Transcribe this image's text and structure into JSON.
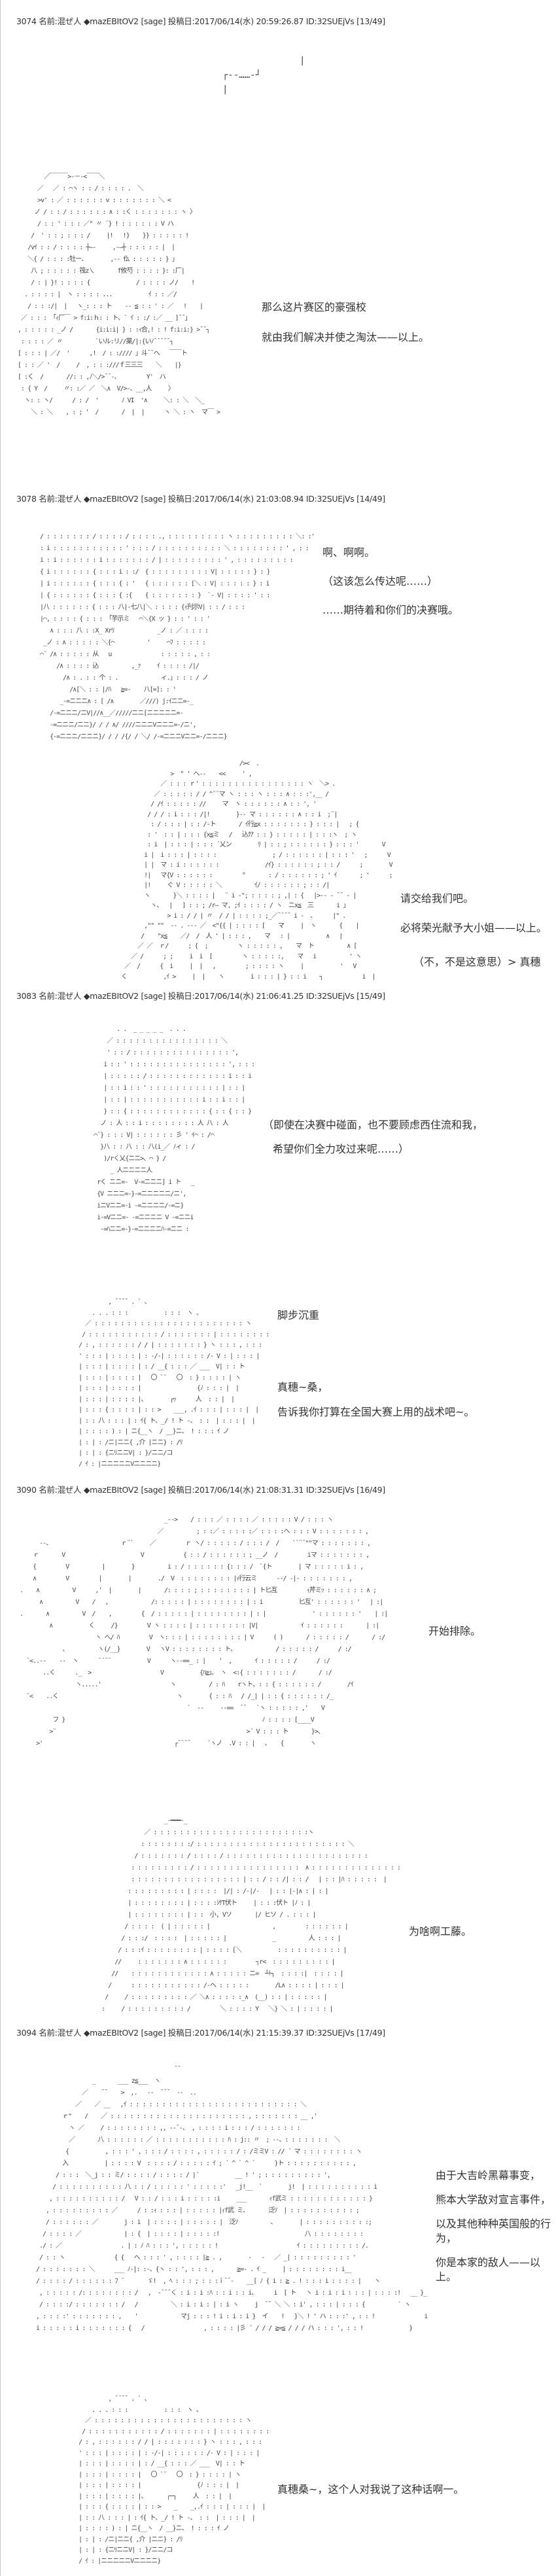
{
  "posts": [
    {
      "header": "3074 名前:混ぜ人 ◆mazEBItOV2 [sage] 投稿日:2017/06/14(水) 20:59:26.87 ID:32SUEjVs [13/49]",
      "lines": [
        "那么这片赛区的豪强校",
        "就由我们解决并使之淘汰——以上。"
      ]
    },
    {
      "header": "3078 名前:混ぜ人 ◆mazEBItOV2 [sage] 投稿日:2017/06/14(水) 21:03:08.94 ID:32SUEjVs [14/49]",
      "lines": [
        "啊、啊啊。",
        "（这该怎么传达呢……）",
        "……期待着和你们的决赛哦。",
        "请交给我们吧。",
        "必将荣光献予大小姐——以上。",
        "（不，不是这意思）> 真穗"
      ]
    },
    {
      "header": "3083 名前:混ぜ人 ◆mazEBItOV2 [sage] 投稿日:2017/06/14(水) 21:06:41.25 ID:32SUEjVs [15/49]",
      "lines": [
        "（即使在决赛中碰面，也不要顾虑西住流和我，",
        "希望你们全力攻过来呢……）",
        "脚步沉重",
        "真穗~桑，",
        "告诉我你打算在全国大赛上用的战术吧~。"
      ]
    },
    {
      "header": "3090 名前:混ぜ人 ◆mazEBItOV2 [sage] 投稿日:2017/06/14(水) 21:08:31.31 ID:32SUEjVs [16/49]",
      "lines": [
        "开始排除。",
        "为啥啊工藤。"
      ]
    },
    {
      "header": "3094 名前:混ぜ人 ◆mazEBItOV2 [sage] 投稿日:2017/06/14(水) 21:15:39.37 ID:32SUEjVs [17/49]",
      "lines": [
        "由于大吉岭黑幕事变，",
        "熊本大学敌对宣言事件，",
        "以及其他种种英国般的行为，",
        "你是本家的敌人——以上。",
        "真穗桑~，这个人对我说了这种话啊一。"
      ]
    }
  ],
  "art": {
    "bracket": "              |\n┌--……-┘\n|",
    "a1": "         ／￣￣￣>-－-<￣￣＼\n       ／   ／ : ⌒ヽ : : / : : : : .  ＼\n       >v' : ／ : : : : : : v : : : : : : : ＼ <\n      ノ / : : / : : : : : : ∧ : :く : : : : : : : ヽ 〉\n       / : : ' : : : ／\" 〃 ¨} ! : : : : : : V ハ\n     /  ' : : ; : : : /     |!   !}    }} : : : : : !\n    /vｲ : : / : : : : ┼―‐     ,-―┼ : : : : : |  |\n    ＼{ / : : : :牡ー、       ,-- 仫 : : : : : } 」\n     八 ; : : : : : 筏z㇏       f攸芍 : : : : }: :厂|\n     / : | }! : : : : {              / : : : : ノ/    !\n   . : : : : |  ヽ : : : : ...           ｲ : : ／/\n    / : : :/|  |   ヽ_: : : ト    -- ≦ : : ' : ／   !    |\n  ／ : : : 「ｨ厂￣ > f:i:ｈ: : ト、` ｲ : :/ :／ __ ]¯¯」\n , : : : : : _ノ /       {i:i:i| } : :ｨ合,! : ! f:i:i:} >¯¯┐\n  : : : : ／ 〃          `いル:リ//薬/|:{いﾉ¯¯¯¯¯┐\n [ : : : | ／/  '      ,!  / : ://// 」斗¯¯へ   ￣￣ト\n [ : : ／ '  /     /  , : : :///ｆ三三三    ＼    |}\n [ :く  /       //: : ,ﾉ＼/>¯¯-、        Y'  ハ\n  : { Y  /     〃: :／ ／  ＼∧  V/>-、__,人     〉\n   ヽ: : ヽ/      / : /  '       ﾉ VI  '∧     ＼: : ＼  ＼_\n     ＼ : ＼    , : ; '  /       /  |  |      ヽ ＼ : ヽ  マ￣ >",
    "a2": " / : : : : : : : / : : : : / : : : : ., : : : : : : : : : ヽ : : : : : : : : : ＼: :'\n : i : : : : : : : : : : : ' : : : / : : : : : : : : : : ＼ : : : : : : : : ' , : :\n i : i : : : : : : i : : : : : : : / | : : : : : : : : : ' , : : : : : : : : :\n { i : : : : : : { : : : i : :/  { : : : : : : : : : V| : : : : : } : }\n | i : : : : : : { : : : { : '   { : : : : : : [＼ : V| : : : : : } : i\n | { : : : : : : { : : : { :{    { : : : : : : : }  `- V| : : : : ' : :\n |八 : : : : : : { : : : 八|-七八|＼ : : : : {ｨ刋示V| : : / : : :\n |⌒, : : : : { : : : 「芋示ミ   ⌒＼{X ッ } : : ' : : '\n    ∧ : : : 八 : :X_ Xrﾘ             _ノ : ／ : : : :\n  _ノ : ∧ : : : : : ＼{⌒          '     ⌒ﾌ : : : : :\n ⌒¨ /∧ : : : : : 从   u               : : : : : , : :\n      /∧ : : : : 込          ,_ｧ     ｲ : : : : /|/\n        /∧ : . : : 个 : .             ィ.」: : : / ノ\n          /∧[＼ : : |/ﾊ   ≧=-    八[=]: : '\n       _-=ニニニ∧ : [ /∧        ／///) j:ｲニニ=-_\n    /-=ニニニ/ニV|//∧__／/////ニニ[ニニニニニ=-\n    -=ニニニ/ニニ}/ / / ∧/ ////ニニニVニニニ=-/ニ',\n    {-=ニニニ/ニニニ}/ / / /{/ / ＼/ /-=ニニニVニニ=-/ニニニ}",
    "a3": "                                      /><  .\n                 >  \" ' へ--    <<     ' ,\n              ／ : : : ｒ' : : : : : : : : : : : : : : : : ヽ  ＼> .\n            ／ : : : : : / / ^¨¨マ ヽ : : : ヽ : : : ∧ : : :',__ /\n           / /ｲ : : : : : //     マ  ヽ : : : : : : ∧ : : ', '\n          / / / : i : : : /|!        }-- マ : : : : : : ∧ : : i  ;¨|\n           : / : : : | : : /-ト       / ｲ行≧x : : : : : : : } : : : |   ; {\n          : '  : : | : : : {x≦ミ   /   込ｸｱ : : } : : : : : | : : :ヽ  ; ヽ\n          : i  | : : : | : : : ´乂ン        ﾘ | : : ; : : : : : : } : : : '       V\n         i |  i : : : | : : : :                 ; / : : : : : : | : : : '   ;      V\n         | |  マ : i : : : : : :              /ｲ} : : : : : : ; : : /      ;        V\n         !|   マ{V : : : : : :         °       : / : : : : : : ; ' ｲ       ; '      ;\n         |!     ぐ V : : : : : ＼          ｲ/ : : : : : : ; : : /|\n         ヽ       }＼ : : : : |   ¨ i -\"; : : : : ; ,| : {   |>-- - ¯¯ - |\n           ヽ、  |   ] : : ; /r― マ, ;ｲ : : : : / ヽ  ニx≦  三       i 」\n                > i : / / | 〃  / / | : : : : ;_／¯¯¯¯ i -  、     |\" .\n         ,\"\" \"\"  -- . --- ／  <\"{{ | : : : : [    マ     |  ヽ       {    |\n        /    \"x≦    ／/  /  人 ' | : : : ,    マ   : |           ∧   |\n       ／ ／  ｒ/      ; {  ;         ヽ : : : : : ,    マ  ト          ∧ [\n     ／ /      ; ;     i  i  [         ヽ : : : : :,    マ   i          ' ヽ\n   ／  /      {  i     |  |   ,         ; : : : : ヽ     |           '   V\n  く           ,ｲ >     |  |    ヽ        i : : : | } : : i    ┐            i  |",
    "a4": "              . .  _ _ _ _ _  . . .\n           ／ : : : : : : : : : : : : : : : : ＼\n           ' : : / : : : : : : : : : : : : : : : ',\n          i : : ' : : : : : : : : : : : : : : : ', : : :\n          | : : : : : / : : : : : : : : : : : : i : : i\n          | : : i : : ' : : : : : : : : : : : | : : |\n          | : : | : : : : : : : : : : : i : : i : : |\n          } : : { : : : : : : : : : : : : { : : { : : }\n         ノ : 人 : : i : : : : : : : : 人 八 : 人\n       ⌒¨} : : : V| : : : : : : 彡 ' ｲ⌒ : /⌒\n         }八 : : 八 : : 八(i_／ ﾉィ : /\n          )/rく乂{ニニ>、⌒ } /\n            _ 人ニニニニ人\n        rく ニニ=-  V-=ニニニ] i ト   _\n        {V ニニニ=-}-=ニニニニニ/ニ',\n        iニVニニ=-i -=ニニニニ/-=ニ}\n        i-=Vニニ=- -=ニニニニ V -=ニニi\n         -=ﾊニニ=-}-=ニニニニﾊ-=ニニ :",
    "a5": "             , ¯¯¯¯ . ` 、\n        . . . : : :           : : :  ヽ 、\n      ／ : : : : : : : : : : : : : : : : : : : : : : : ヽ\n     / : : : : : : : : : : : / : : : : : : : | : : : : : : : :\n    / : , : : : : : : / / | : : : : : : : } ヽ : : : , : : :\n    ' : : : | : : : : | : -/-| : : : : : : /- V : | : : : |\n    | : : : | : : : : | : / __{ : : : ／ ___  V| : : ト\n    | : : : | : : : : |   〇 `¨   〇  : } : : : : | ヽ\n    | : : : | : : : : |                 {ﾉ : : : |  |\n    | : : : | : : : : |、       ┌ｯ      人  : : |  |\n    | : : : { : : : : | : : >    ___, .ｲ : : : | : : : |  |\n    | : : 八 : : : | : ｲ{ ト、_/ ! ト -、 : :  | : : : |  |\n    | : : : : ) : | ニ{__ヽ  / __}ニ、 ! : : : ｲ ノ\n    | : | : /ニ|ニニ{ ,介 |ニニ} : /ﾘ\n    | : | : {ニﾘニニV| : }/ニニ/コ\n    / ｲ : |ニニニニニVニニニニ}",
    "a6": "                                             _-->    / : : : ／ : : : : ／ : : : : : V / : : : ヽ\n                                           ／          ; : :／ : : : : :／ : : : :へ : : : V : : : : : : : ,\n       --、                     ｒ¨`     ／         ｒ ヽ/ : : : : : / : : : /  /    ``¨¨\"\"マ : : : : : : : ,\n     ｒ       V                       V            { : : / : : : : : : ; __ノ  /         iマ : : : : : : : ,\n     {         V          |        }          i : / : : : : : : {: : : /  `{ト        | マ : : : : : i : ,\n     ∧         V         |        |        ./  V  : : : : : : : : |ｨ行云ミ      --/ -|- : : : : : : : ,\n .    ∧          V      ,'  |        |       /: : : : ; : : : : : : : : | ト匕互         ｨ芹ミｯ : : : : : : ∧ ;\n       ∧          V    /   ,             /: : : : : | : : : : : : : : | : i           匕互' : : : : : : '   | :|\n .       ∧          V  /    ,         {  / : : : : : | : : : : : : : : | : |              ' : : : : : : '    | :|\n          ∧           く     /}         V ヽ : : : : | : : : : : : : : |V|             ｲ : : : : : :       | :|\n                        ヽ へ/ ﾊ         V  ヽ: : : | : : : : : : : : | V      ( )       / : : : : : /       / :/\n              、         ヽ(/__}        V   ヽV : : : : : : : : ト、            / : : : : : /      / :/\n   ¨<..--    --  ヽ      ¨´¨¨           V      ヽ--==_ : |    '  ,       ｲ : : : : : /      / :/\n        ..く      ._  >                     V           {ﾊ≧ｭ、 ヽ  <:{ : : : : : : : /       / :/\n                  ヽ.....'                     ヽ          / : ﾊ    rヽト、: : { : : : : : : /        /ｲ\n   ¨<    ..く                                    ヽ        { : : ﾊ   / /_| | : : { : : : : : : /_\n                                                    `  --     -‐==  ¯¯   `ヽ : : : : : ,'    V\n           フ }                                                            ﾉ : : : : [____V\n          >¨                                                          >´ V : : : ト       }>、\n      >'                                        ┌¯¯¯¯     ´ヽノ  .V : : |   、   {        ヽ",
    "a7": "                            _-━━━-_\n                      ／ : : : : : : : : : : : : : : : : : : : : : : : :ヽ\n                     : : : : : : : :/ : : : : : : : : : : : : : : : : : : : : : : : ＼\n                   / : : : : : : : / : : : : / : : : : : : : : : : : : : : : : : : : : : :\n                  : : : : : : : : : / : : : : : : : : : : : : : : : :  ∧ : : : : : : : : : : : : : :\n                  : : : : : : : : : : : : : : : : : | : : / : : /| : : /   | : : |ﾊ : : : : :  |\n                 : : : : : : : : : | : : : :  |/| : /-|/-   | : : |-|∧ : | : |\n                 | : : : : : : : : | : : : :ｼｹT伏ト     | : : :伏ト |ﾉ : |\n                 | : : : : : : : : | : :  小, Vソ       |/ ヒソ / . : : : |\n                / : : : :  ( | : : : : : |                   ,         : : : : : : |\n               / : : :/  : : : :  | : : : : : |              _          人 : : : |\n              / : : :ｲ : : : : : : : : | : : : : [＼           : : : : : : : : : : |\n             //     : : : : : : : ∧ : : : : : :         ┐r<  : : : : : : : : : |\n            //    : : : : : : : : : : : : ∧ : : : : : ニ=  ┴ﾄ┐  : : : :|  : : : : |\n           /      : : : : : : : : : : : /-ヘ : : : : :        /L∧ : : : : | : : : |\n          /     / : : : : : : : : : ／ ＼∧ : : : : :_∧  (__) : : | : : : : : |\n         :     / : : : : : : : : : /         ＼ : : : : Y   ＼} ＼ : | : : : : |",
    "a8": "                                          ¯¯\n                 _       ___ z≦___  ヽ\n              ／    ¯¯    >  ,.   --  ¯¯¯  --  ..\n            ／    ／ __   ,ｲ : : : : : : : : : : : : : : : : : : : : : : : : : : ＼\n        ｒ\"    /    ／ : : : : : : : : : : : : : : : : : : : : : , : : : : : : : __ ,'\n          ヽ ／     / : : : : : : : : ,, --¯-、 , : : : : i : : : / : : : : : : :\n          ／       八 : : : : : : ／ : : : : : : : : : : : ﾊ : j:: 〃  ; --、: : : : : : :  ＼\n         {           , : : : ' , : : : / : : : : , : : : : : / : /ミミV : // ´ マ : : : : : : : : ヽ\n        入           | : : : : V  : : : : / : : : : : ｲ ; ´ ^ ` ^ ´      }ト : : : : : : : : : : ,\n      / : : :  ＼_j : : ミ/ : : : : / : : : : / |´           __ ! ' ; : : : : : : : : : ',\n     / : : : : : : : : : : 八 : : / : : : : : ' : : : : :'   _j!__  `        j!  | : : : : : : : : : : i\n    , : : : : : : : : : : /   V : : / : : : i : : : : :i     ___       ｨf武ミ : : : : : : : : : : : : }\n   , : : : : : : : : : ／      / : :ｨ : : : | : : : : : |ｨf武 ミ、      泛ｿ  | : : : : : : : : : : ;\n   / : : : : : : ／        j : i  | : : : : | : : : : : |  泛ｿ          、       | : : : : : : : : : :;\n  / : : : : ／             | : {  | : : : : | : : : : :!                          八 : : : : : : : :\n ./ : ／                  . | : ﾉ ﾊ : : : ', : : : : : !                        ｲ : : : : : : : : : /.\n / : : ヽ               { {   へ : : : ' , : : : : |≧ . ,        -   -   ／ _| : : : : : : : : : '\n/ : : : : : : : ＼      ___ ﾉ-|: :-、{ヽ : : ', : : : ,       ≧=- . ｲ _     | : : : : : : : : i__\n/ : : : : / : : : : : : ﾌ ¨       ゞ!  , ﾍ : : : ; : : :ｉ¯¯-    __[ ﾉ { i : ≧ . ! : : : i : : : : |    ヽ\n , : : : : : /: : : : : : : : /   ,  -¯¯¯く : i : i :ﾊ : : i : : i、     i  [ ト   ヽ i : i : i : : : | : : : :!   __ }_\n / : : : :/ : : : : : : : /   /          ＼ : i : i : | : i ヽ     j  ¯¯ ＼ ＼ : i' , : : : | : : : {          ` ヽ\n, : : : :' : : : : : : : ,    '             マj : : : ! i : i : i }  イ    !   }＼ ! ' ハ : : :' , : : !               i\ni : : : : : i : : : : : : : {   /                  , : : : : |彡 ´ / / / ≧=≦ / / / ハ : : : ', : : !              }",
    "a9": "             , ¯¯¯¯ . ` 、\n        . . . : : :           : : :  ヽ 、\n      ／ : : : : : : : : : : : : : : : : : : : : : : : ヽ\n     / : : : : : : : : : : : / : : : : : : : | : : : : : : : :\n    / : , : : : : : : / / | : : : : : : : } ヽ : : : , : : :\n    ' : : : | : : : : | : -/-| : : : : : : /- V : | : : : |\n    | : : : | : : : : | : / __{ : : : ／ ___  V| : : ト\n    | : : : | : : : : |   〇 `¨   〇  : } : : : : | ヽ\n    | : : : | : : : : |                 {ﾉ : : : |  |\n    | : : : | : : : : |、      ┌─┐     人  : : |  |\n    | : : : { : : : : | : : >    _    _,.ｲ : : : | : : : |  |\n    | : : 八 : : : | : ｲ{ ト、_/ ! ト -、 : :  | : : : |  |\n    | : : : : ) : | ニ{__ヽ  / __}ニ、 ! : : : ｲ ノ\n    | : | : /ニ|ニニ{ ,介 |ニニ} : /ﾘ\n    | : | : {ニﾘニニV| : }/ニニ/コ\n    / ｲ : |ニニニニニVニニニニ}"
  }
}
